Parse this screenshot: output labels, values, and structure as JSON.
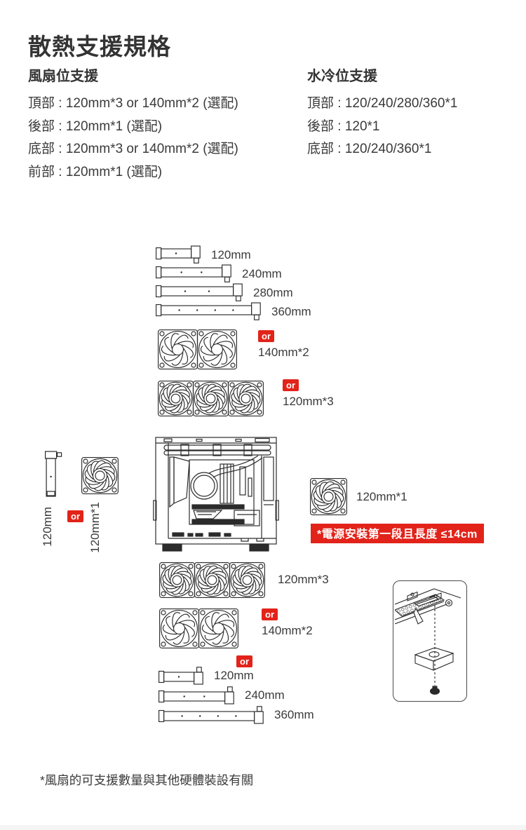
{
  "title": "散熱支援規格",
  "fan_support": {
    "heading": "風扇位支援",
    "lines": [
      "頂部 : 120mm*3 or 140mm*2 (選配)",
      "後部 : 120mm*1 (選配)",
      "底部 : 120mm*3 or 140mm*2 (選配)",
      "前部 : 120mm*1 (選配)"
    ]
  },
  "liquid_support": {
    "heading": "水冷位支援",
    "lines": [
      "頂部 : 120/240/280/360*1",
      "後部 : 120*1",
      "底部 : 120/240/360*1"
    ]
  },
  "diagram": {
    "or_label": "or",
    "top_radiators": [
      {
        "label": "120mm"
      },
      {
        "label": "240mm"
      },
      {
        "label": "280mm"
      },
      {
        "label": "360mm"
      }
    ],
    "top_fan_groups": [
      {
        "label": "140mm*2"
      },
      {
        "label": "120mm*3"
      }
    ],
    "left_radiator_label": "120mm",
    "left_fan_label": "120mm*1",
    "right_fan_label": "120mm*1",
    "psu_note": "*電源安裝第一段且長度 ≤14cm",
    "bottom_fan_groups": [
      {
        "label": "120mm*3"
      },
      {
        "label": "140mm*2"
      }
    ],
    "bottom_radiators": [
      {
        "label": "120mm"
      },
      {
        "label": "240mm"
      },
      {
        "label": "360mm"
      }
    ]
  },
  "footnote": "*風扇的可支援數量與其他硬體裝設有關",
  "colors": {
    "accent_red": "#e2231a",
    "text": "#3a3a3a",
    "line": "#2b2b2b"
  }
}
